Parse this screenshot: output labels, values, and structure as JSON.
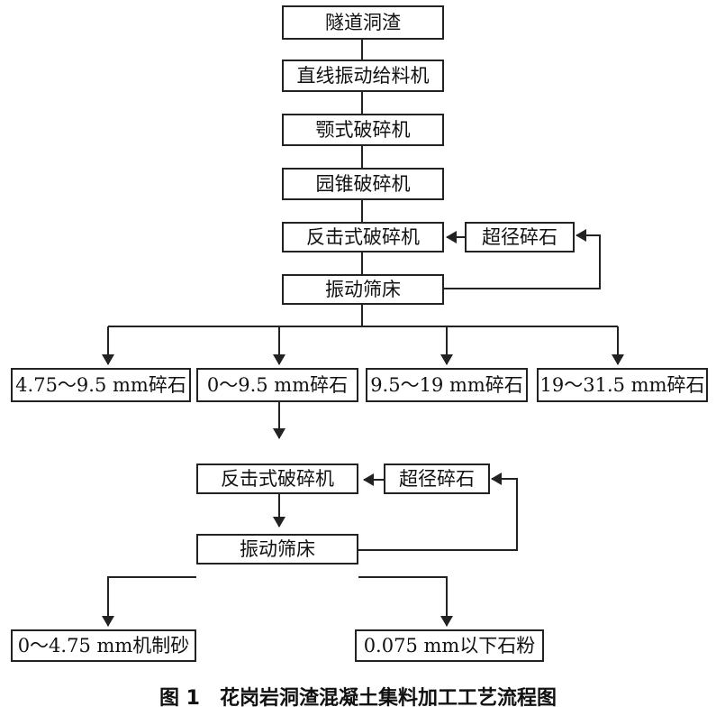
{
  "nodes": {
    "tunnel_muck": "隧道洞渣",
    "vibrating_feeder": "直线振动给料机",
    "jaw_crusher": "颚式破碎机",
    "cone_crusher": "园锥破碎机",
    "impact_crusher_1": "反击式破碎机",
    "oversize_1": "超径碎石",
    "screen_1": "振动筛床",
    "product_a": "4.75～9.5 mm碎石",
    "product_b": "0～9.5 mm碎石",
    "product_c": "9.5～19 mm碎石",
    "product_d": "19～31.5 mm碎石",
    "impact_crusher_2": "反击式破碎机",
    "oversize_2": "超径碎石",
    "screen_2": "振动筛床",
    "sand": "0～4.75 mm机制砂",
    "powder": "0.075 mm以下石粉"
  },
  "caption": "图 1　花岗岩洞渣混凝土集料加工工艺流程图"
}
